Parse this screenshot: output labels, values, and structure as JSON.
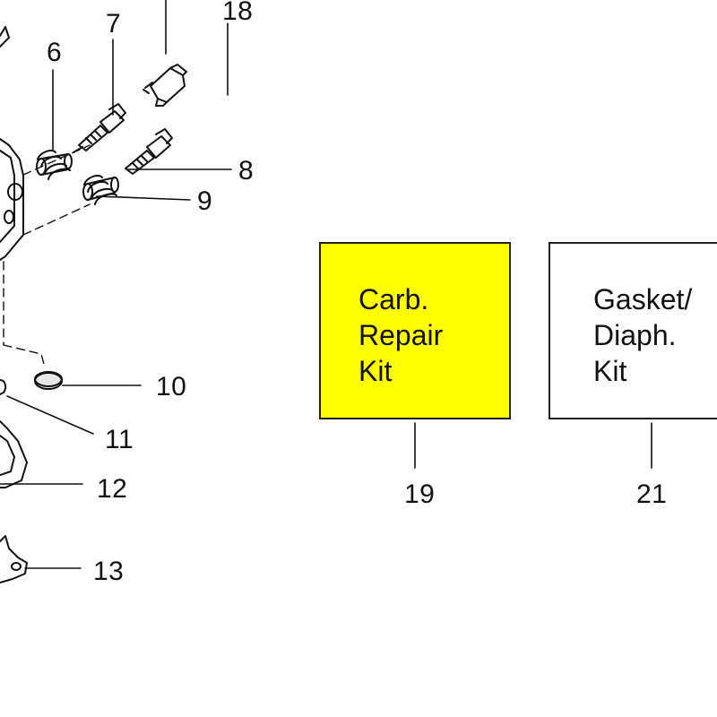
{
  "callouts": {
    "n6": "6",
    "n7": "7",
    "n18": "18",
    "n8": "8",
    "n9": "9",
    "n10": "10",
    "n11": "11",
    "n12": "12",
    "n13": "13",
    "n19": "19",
    "n21": "21"
  },
  "kits": {
    "carb_repair": {
      "lines": [
        "Carb.",
        "Repair",
        "Kit"
      ],
      "fill": "#ffff00"
    },
    "gasket_diaph": {
      "lines": [
        "Gasket/",
        "Diaph.",
        "Kit"
      ],
      "fill": "#ffffff"
    }
  }
}
